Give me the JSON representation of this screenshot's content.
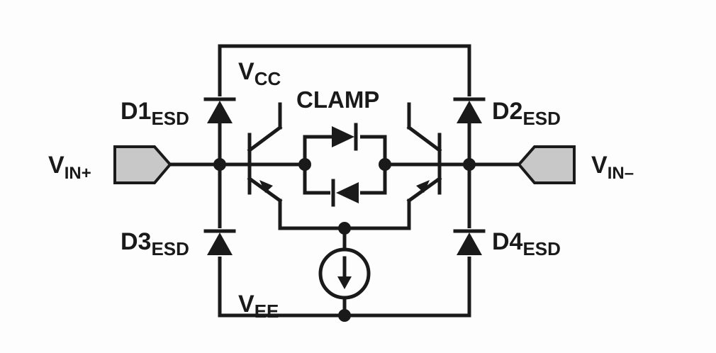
{
  "labels": {
    "vcc_main": "V",
    "vcc_sub": "CC",
    "vee_main": "V",
    "vee_sub": "EE",
    "clamp": "CLAMP",
    "d1_main": "D1",
    "d1_sub": "ESD",
    "d2_main": "D2",
    "d2_sub": "ESD",
    "d3_main": "D3",
    "d3_sub": "ESD",
    "d4_main": "D4",
    "d4_sub": "ESD",
    "vin_plus_main": "V",
    "vin_plus_sub": "IN+",
    "vin_minus_main": "V",
    "vin_minus_sub": "IN–"
  }
}
